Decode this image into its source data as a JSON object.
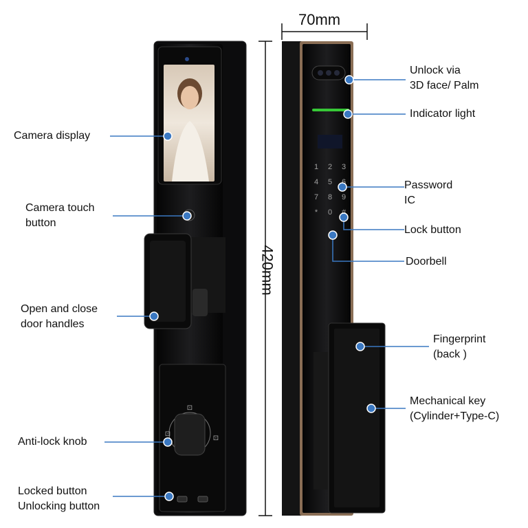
{
  "dimensions": {
    "width": "70mm",
    "height": "420mm"
  },
  "callouts": {
    "camera_display": "Camera display",
    "camera_touch_button": [
      "Camera touch",
      "button"
    ],
    "door_handles": [
      "Open and close",
      "door handles"
    ],
    "anti_lock_knob": "Anti-lock knob",
    "lock_unlock_buttons": [
      "Locked button",
      "Unlocking button"
    ],
    "face_palm_unlock": [
      "Unlock via",
      "3D face/ Palm"
    ],
    "indicator_light": "Indicator light",
    "password_ic": [
      "Password",
      "IC"
    ],
    "lock_button": "Lock button",
    "doorbell": "Doorbell",
    "fingerprint": [
      "Fingerprint",
      "(back )"
    ],
    "mechanical_key": [
      "Mechanical key",
      "(Cylinder+Type-C)"
    ]
  },
  "keypad": [
    "1",
    "2",
    "3",
    "4",
    "5",
    "6",
    "7",
    "8",
    "9",
    "*",
    "0",
    "#"
  ],
  "colors": {
    "callout_line": "#3a78c2",
    "callout_dot": "#3a78c2",
    "body": "#111111",
    "trim": "#8a6e55"
  }
}
